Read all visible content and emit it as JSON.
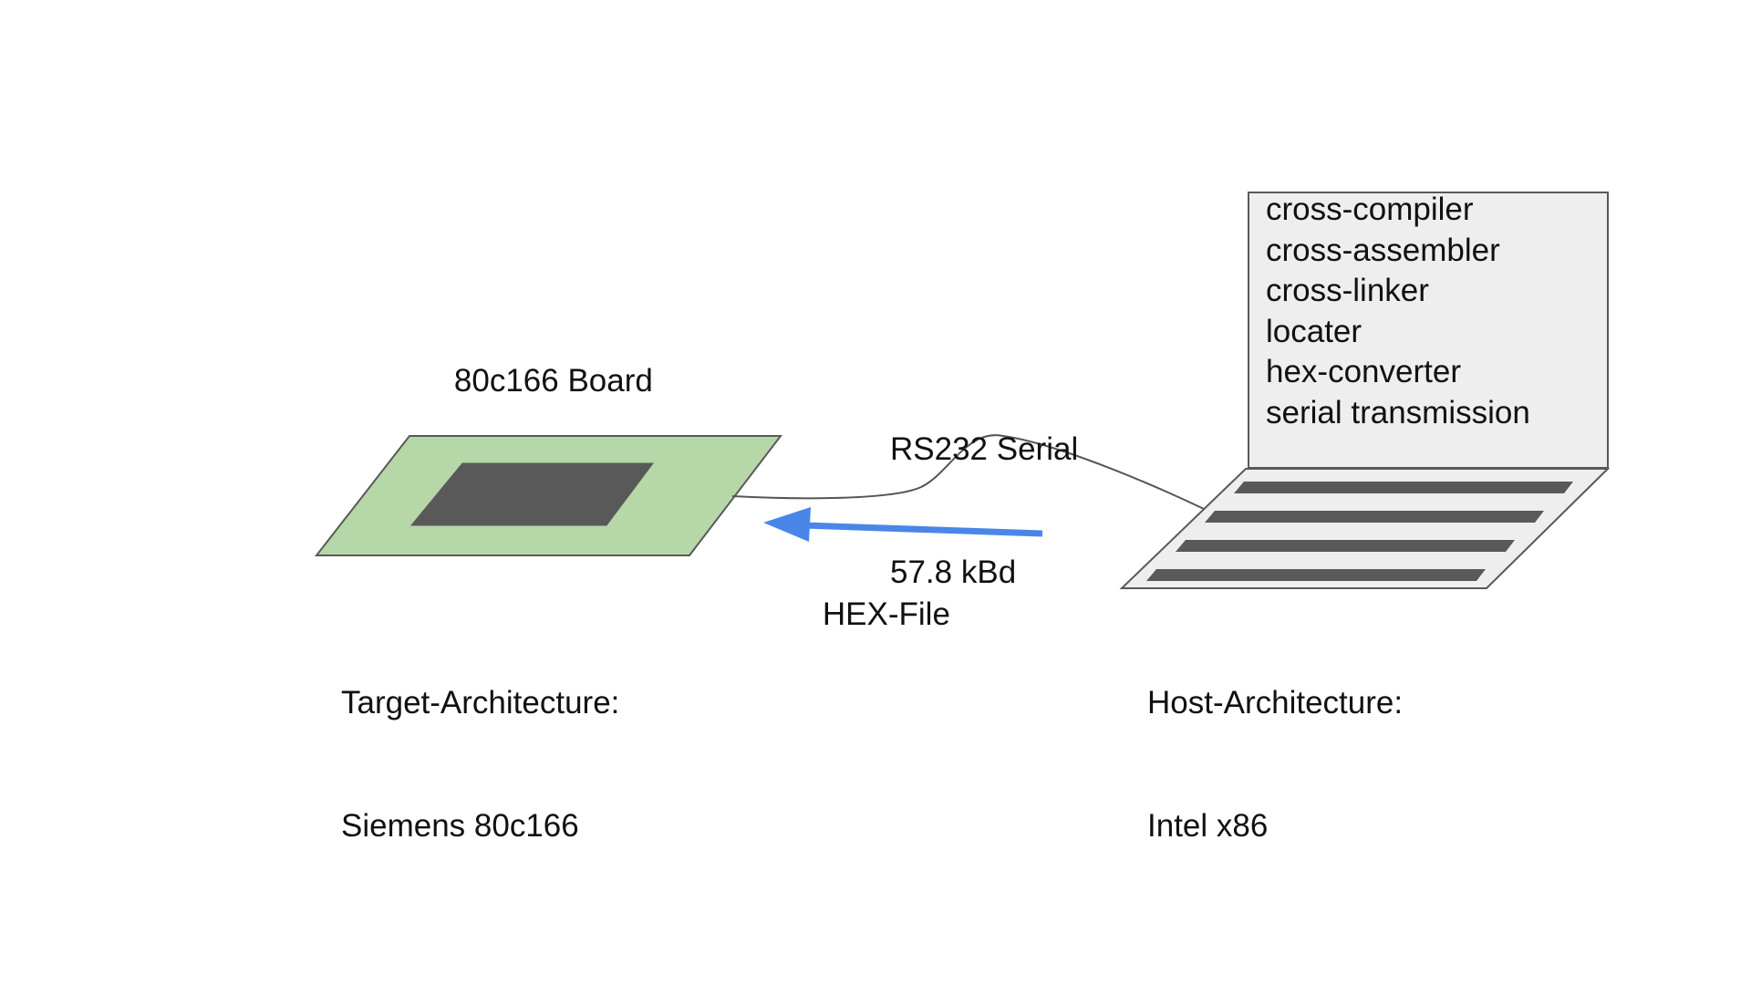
{
  "board": {
    "title": "80c166 Board",
    "color_board": "#b6d7a8",
    "color_chip": "#595959"
  },
  "target": {
    "line1": "Target-Architecture:",
    "line2": "Siemens 80c166"
  },
  "host": {
    "line1": "Host-Architecture:",
    "line2": "Intel x86"
  },
  "link": {
    "line1": "RS232 Serial",
    "line2": "57.8 kBd"
  },
  "transfer": {
    "label": "HEX-File",
    "arrow_color": "#4a86e8"
  },
  "laptop": {
    "screen_color": "#eeeeee",
    "key_color": "#595959",
    "tools": [
      "cross-compiler",
      "cross-assembler",
      "cross-linker",
      "locater",
      "hex-converter",
      "serial transmission"
    ]
  }
}
